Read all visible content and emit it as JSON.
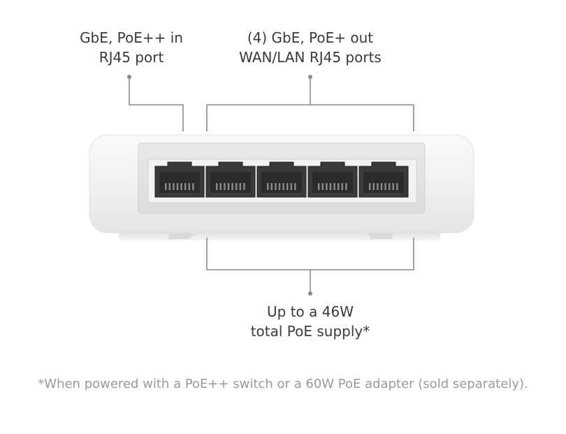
{
  "callouts": {
    "poe_in": {
      "line1": "GbE, PoE++ in",
      "line2": "RJ45 port"
    },
    "poe_out": {
      "line1": "(4) GbE, PoE+ out",
      "line2": "WAN/LAN RJ45 ports"
    },
    "supply": {
      "line1": "Up to a 46W",
      "line2": "total PoE supply*"
    }
  },
  "footnote": "*When powered with a PoE++ switch or a 60W PoE adapter (sold separately).",
  "device": {
    "port_count": 5,
    "body_color": "#f4f4f4",
    "port_color": "#2b2b2b",
    "line_color": "#8a8a8a"
  }
}
